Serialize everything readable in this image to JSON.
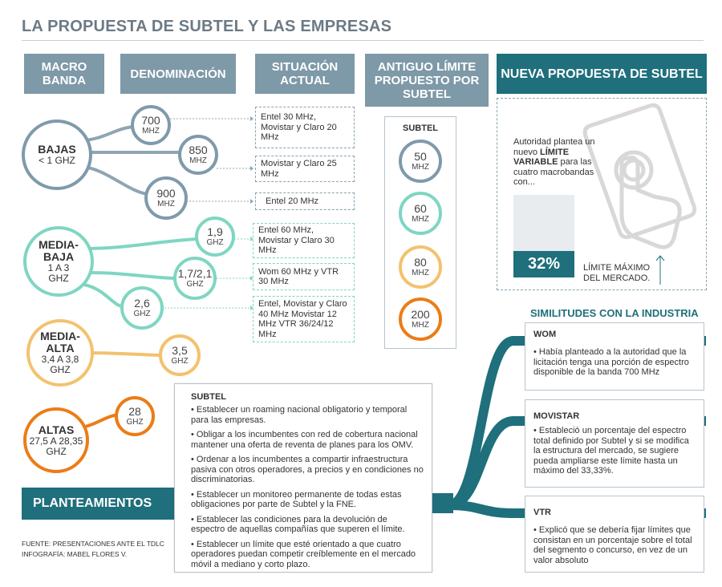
{
  "title": "LA PROPUESTA DE SUBTEL Y LAS EMPRESAS",
  "headers": {
    "macro_banda": "MACRO BANDA",
    "denominacion": "DENOMINACIÓN",
    "situacion_actual": "SITUACIÓN ACTUAL",
    "antiguo_limite": "ANTIGUO LÍMITE PROPUESTO POR SUBTEL",
    "nueva_propuesta": "NUEVA PROPUESTA DE SUBTEL"
  },
  "bands": [
    {
      "name": "BAJAS",
      "range": "< 1 GHZ",
      "color": "#7f9aab",
      "freqs": [
        {
          "num": "700",
          "unit": "MHZ"
        },
        {
          "num": "850",
          "unit": "MHZ"
        },
        {
          "num": "900",
          "unit": "MHZ"
        }
      ],
      "situations": [
        "Entel 30 MHz, Movistar y Claro 20 MHz",
        "Movistar y Claro 25 MHz",
        "Entel 20 MHz"
      ]
    },
    {
      "name": "MEDIA-BAJA",
      "range": "1 A 3 GHZ",
      "color": "#7fd6c2",
      "freqs": [
        {
          "num": "1,9",
          "unit": "GHZ"
        },
        {
          "num": "1,7/2,1",
          "unit": "GHZ"
        },
        {
          "num": "2,6",
          "unit": "GHZ"
        }
      ],
      "situations": [
        "Entel 60 MHz, Movistar y Claro 30 MHz",
        "Wom 60 MHz y VTR 30 MHz",
        "Entel, Movistar y Claro 40 MHz Movistar 12 MHz VTR 36/24/12 MHz"
      ]
    },
    {
      "name": "MEDIA-ALTA",
      "range": "3,4 A 3,8 GHZ",
      "color": "#f3c26e",
      "freqs": [
        {
          "num": "3,5",
          "unit": "GHZ"
        }
      ]
    },
    {
      "name": "ALTAS",
      "range": "27,5 A 28,35 GHZ",
      "color": "#ec7c16",
      "freqs": [
        {
          "num": "28",
          "unit": "GHZ"
        }
      ]
    }
  ],
  "old_limit": {
    "label": "SUBTEL",
    "values": [
      {
        "num": "50",
        "unit": "MHZ",
        "color": "#7f9aab"
      },
      {
        "num": "60",
        "unit": "MHZ",
        "color": "#7fd6c2"
      },
      {
        "num": "80",
        "unit": "MHZ",
        "color": "#f3c26e"
      },
      {
        "num": "200",
        "unit": "MHZ",
        "color": "#ec7c16"
      }
    ]
  },
  "new_proposal": {
    "text_1": "Autoridad plantea un nuevo ",
    "text_bold": "LÍMITE VARIABLE",
    "text_2": " para las cuatro macrobandas con...",
    "percent": "32%",
    "percent_value": 32,
    "limit_label": "LÍMITE MÁXIMO DEL MERCADO."
  },
  "industry": {
    "title": "SIMILITUDES CON LA INDUSTRIA",
    "companies": [
      {
        "name": "WOM",
        "text": "• Había planteado a la autoridad que la licitación tenga una porción de espectro disponible de la banda 700 MHz"
      },
      {
        "name": "MOVISTAR",
        "text": "• Estableció un porcentaje del espectro total definido por Subtel y si se modifica la estructura del mercado, se sugiere pueda ampliarse este límite hasta un máximo del 33,33%."
      },
      {
        "name": "VTR",
        "text": "• Explicó que se debería fijar límites que consistan en un porcentaje sobre el total del segmento o concurso, en vez de un valor absoluto"
      }
    ]
  },
  "subtel": {
    "label": "SUBTEL",
    "items": [
      "• Establecer un roaming nacional obligatorio y temporal para las empresas.",
      "• Obligar a los incumbentes con red de cobertura nacional mantener una oferta de reventa de planes para los OMV.",
      "• Ordenar a los incumbentes a compartir infraestructura pasiva con otros operadores, a precios y en condiciones no discriminatorias.",
      "• Establecer un monitoreo permanente de todas estas obligaciones por parte de Subtel y la FNE.",
      "• Establecer las condiciones para la devolución de espectro de aquellas compañías que superen el límite.",
      "• Establecer un límite que esté orientado a que cuatro operadores puedan competir creíblemente en el mercado móvil a mediano y corto plazo."
    ]
  },
  "planteamientos": "PLANTEAMIENTOS",
  "source": "FUENTE: PRESENTACIONES ANTE EL TDLC",
  "credit": "INFOGRAFÍA: MABEL FLORES V."
}
